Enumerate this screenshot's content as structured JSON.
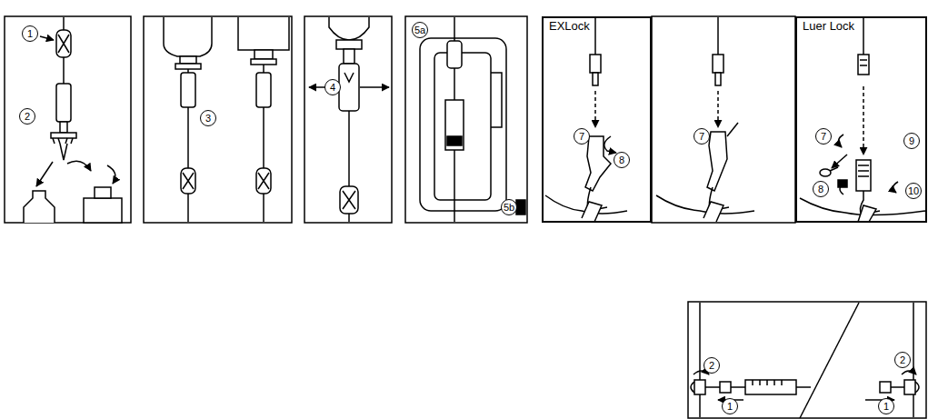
{
  "diagram": {
    "nodes": [
      {
        "text": [
          "EXLock"
        ]
      },
      {
        "text": [
          "Luer Lock"
        ]
      }
    ],
    "labels": [
      "1",
      "2",
      "3",
      "4",
      "5a",
      "5b",
      "7",
      "8",
      "7",
      "7",
      "9",
      "8",
      "10",
      "2",
      "2",
      "1",
      "1"
    ]
  }
}
